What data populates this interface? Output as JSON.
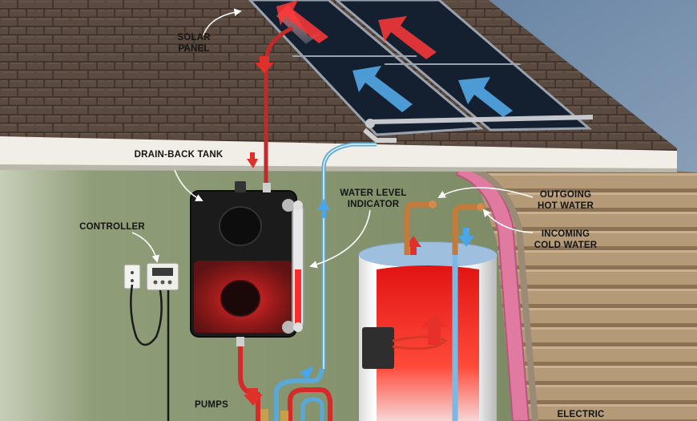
{
  "labels": {
    "solar_panel": [
      "SOLAR",
      "PANEL"
    ],
    "drain_back_tank": "DRAIN-BACK TANK",
    "water_level_indicator": [
      "WATER LEVEL",
      "INDICATOR"
    ],
    "outgoing_hot_water": [
      "OUTGOING",
      "HOT WATER"
    ],
    "incoming_cold_water": [
      "INCOMING",
      "COLD WATER"
    ],
    "controller": "CONTROLLER",
    "pumps": "PUMPS",
    "electric": "ELECTRIC"
  },
  "colors": {
    "sky": "#6f8aa6",
    "roof_shingles": "#5a4a40",
    "wall": "#8a9a74",
    "siding": "#b59a78",
    "hot_pipe": "#d22a2a",
    "cold_pipe": "#5aa8d8",
    "tank_body": "#1b1b1b",
    "copper": "#c47a3a"
  }
}
